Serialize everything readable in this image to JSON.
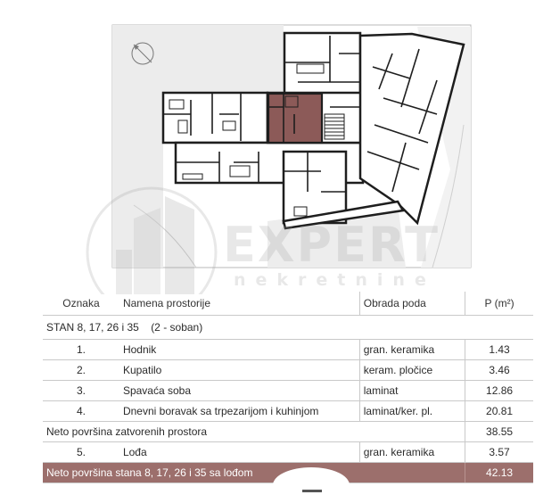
{
  "watermark": {
    "brand": "EXPERT",
    "tagline": "nekretnine",
    "icon": "building-circle-icon"
  },
  "plan": {
    "highlight_color": "#8c5a58",
    "wall_color": "#1e1e1e",
    "compass_icon": "north-arrow-icon"
  },
  "table": {
    "headers": {
      "code": "Oznaka",
      "room": "Namena prostorije",
      "floor": "Obrada poda",
      "area": "P (m²)"
    },
    "unit_title": "STAN 8, 17, 26 i 35",
    "unit_type": "(2 - soban)",
    "rows": [
      {
        "no": "1.",
        "room": "Hodnik",
        "floor": "gran. keramika",
        "area": "1.43"
      },
      {
        "no": "2.",
        "room": "Kupatilo",
        "floor": "keram. pločice",
        "area": "3.46"
      },
      {
        "no": "3.",
        "room": "Spavaća soba",
        "floor": "laminat",
        "area": "12.86"
      },
      {
        "no": "4.",
        "room": "Dnevni boravak sa trpezarijom i kuhinjom",
        "floor": "laminat/ker. pl.",
        "area": "20.81"
      }
    ],
    "net_closed": {
      "label": "Neto površina zatvorenih prostora",
      "area": "38.55"
    },
    "loggia": {
      "no": "5.",
      "room": "Lođa",
      "floor": "gran. keramika",
      "area": "3.57"
    },
    "total": {
      "label": "Neto površina stana 8, 17, 26 i 35 sa lođom",
      "area": "42.13"
    },
    "total_color": "#9c6f6c"
  }
}
